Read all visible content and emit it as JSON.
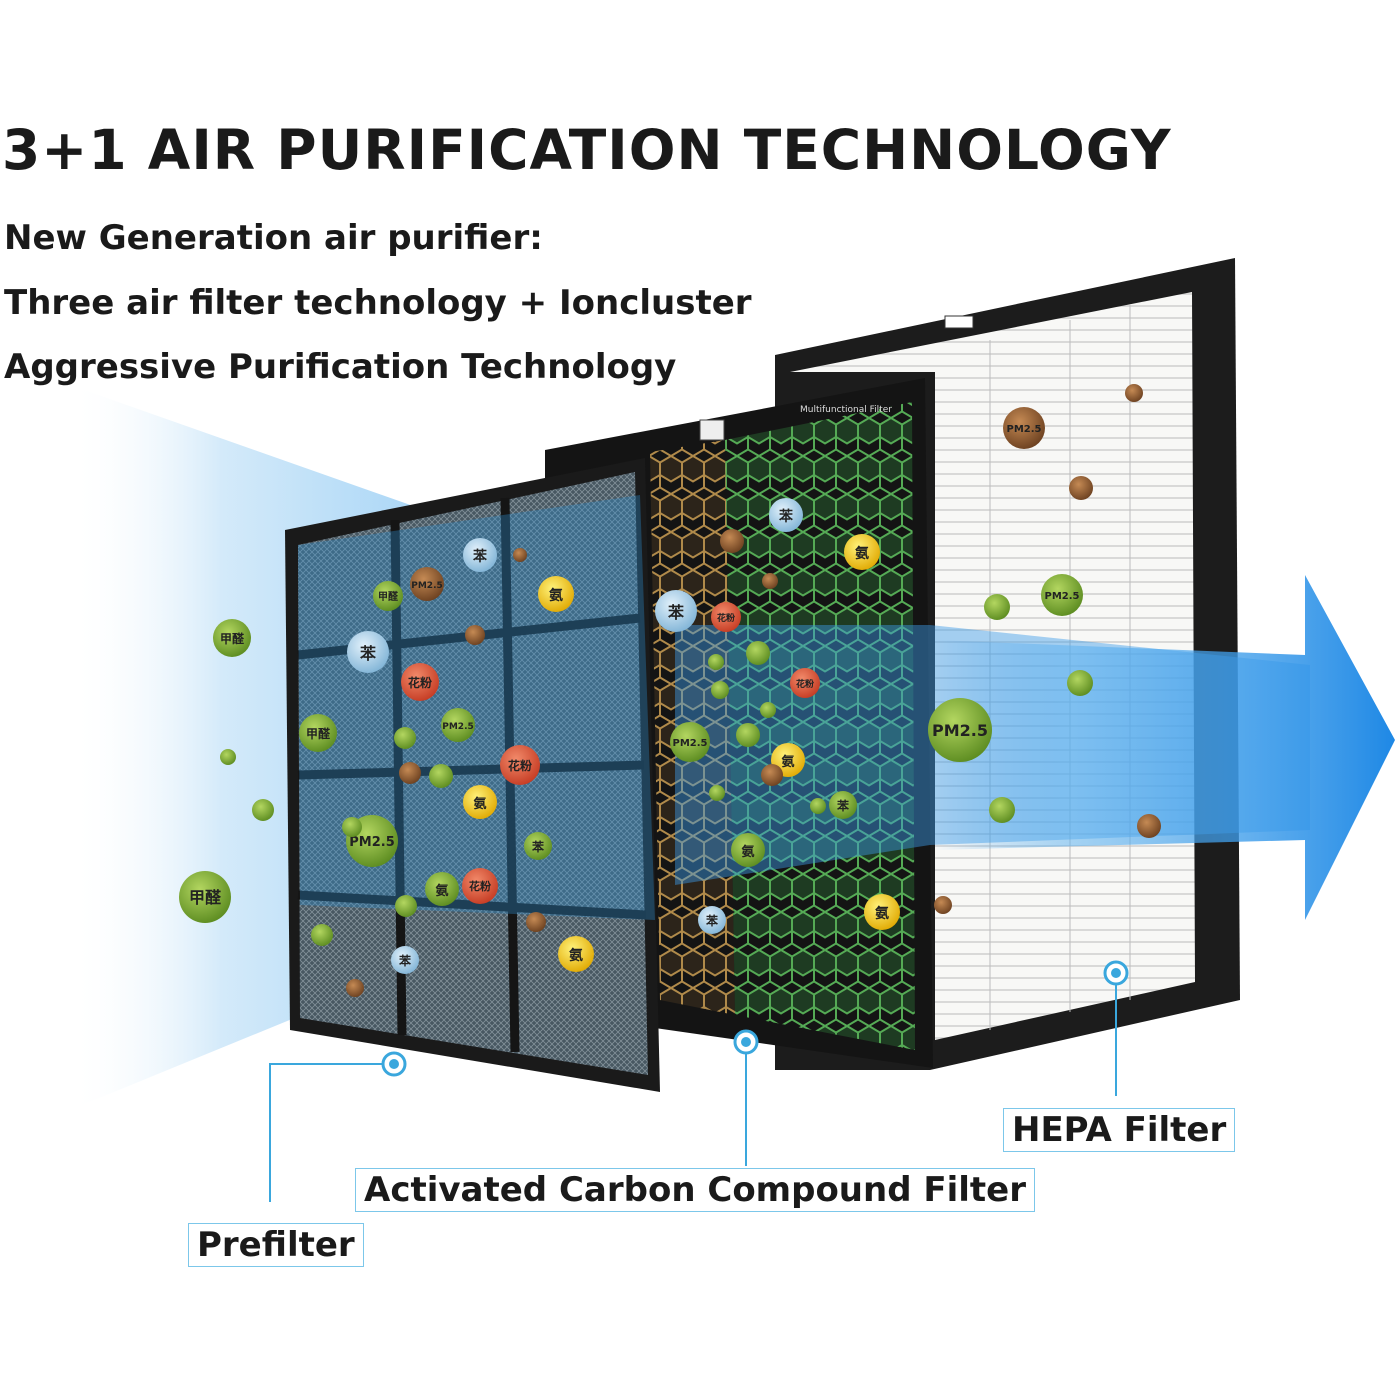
{
  "headline": "3+1 AIR PURIFICATION TECHNOLOGY",
  "subtitle_lines": [
    "New Generation air purifier:",
    "Three air filter technology + Ioncluster",
    "Aggressive Purification Technology"
  ],
  "filters": {
    "prefilter": "Prefilter",
    "carbon": "Activated Carbon Compound Filter",
    "hepa": "HEPA Filter"
  },
  "filter_panel_text": {
    "carbon_header": "Multifunctional Filter"
  },
  "particle_labels": {
    "pm25": "PM2.5",
    "formaldehyde": "甲醛",
    "benzene": "苯",
    "pollen": "花粉",
    "ammonia": "氨"
  },
  "colors": {
    "airflow_blue": "#1e88e5",
    "arrow_blue": "#2a93e8",
    "label_border": "#7cc7ea",
    "pm_brown": "#8a5a32",
    "voc_green": "#7fae2d",
    "pollen_red": "#e0533a",
    "ammonia_yellow": "#f2c200",
    "benzene_blue": "#9ec9e6"
  }
}
